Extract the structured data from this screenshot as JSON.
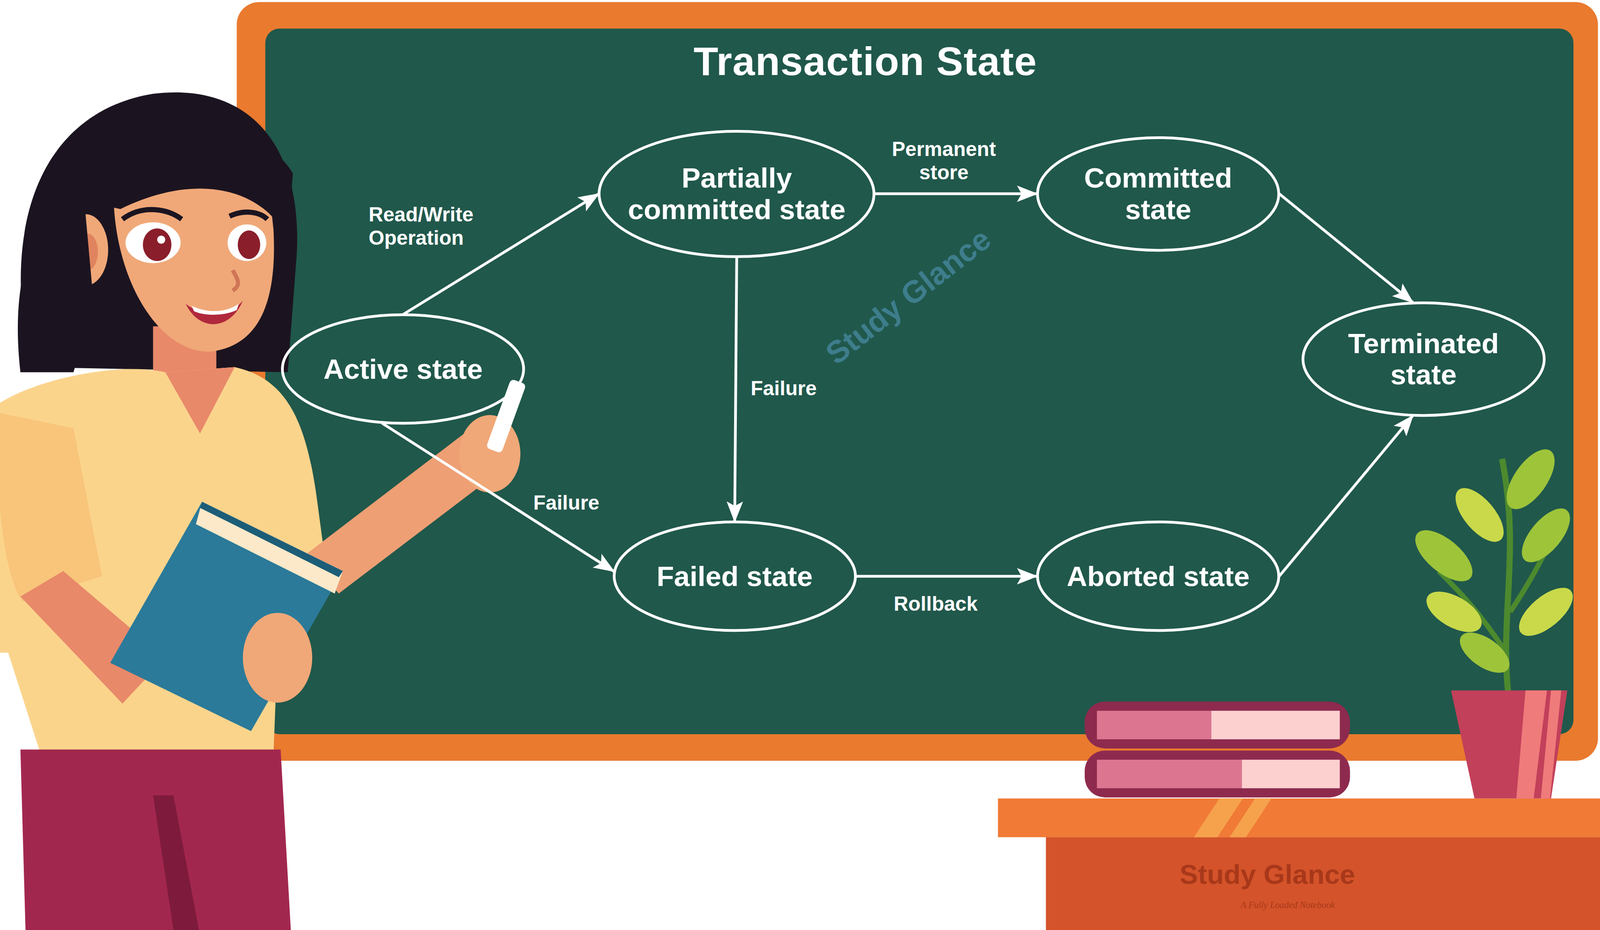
{
  "diagram": {
    "title": "Transaction State",
    "nodes": [
      {
        "text": [
          "Partially committed state"
        ]
      },
      {
        "text": [
          "Committed state"
        ]
      },
      {
        "text": [
          "Active state"
        ]
      },
      {
        "text": [
          "Terminated state"
        ]
      },
      {
        "text": [
          "Failed state"
        ]
      },
      {
        "text": [
          "Aborted state"
        ]
      }
    ],
    "edges": [
      {
        "from": 2,
        "to": 0,
        "label": "Read/Write Operation",
        "arrow": "to"
      },
      {
        "from": 0,
        "to": 1,
        "label": "Permanent store",
        "arrow": "to"
      },
      {
        "from": 0,
        "to": 4,
        "label": "Failure",
        "arrow": "to"
      },
      {
        "from": 2,
        "to": 4,
        "label": "Failure",
        "arrow": "to"
      },
      {
        "from": 4,
        "to": 5,
        "label": "Rollback",
        "arrow": "to"
      },
      {
        "from": 1,
        "to": 3,
        "arrow": "to"
      },
      {
        "from": 5,
        "to": 3,
        "arrow": "to"
      }
    ],
    "labels": [
      "Study Glance",
      "Study Glance",
      "A Fully Loaded Notebook"
    ]
  }
}
